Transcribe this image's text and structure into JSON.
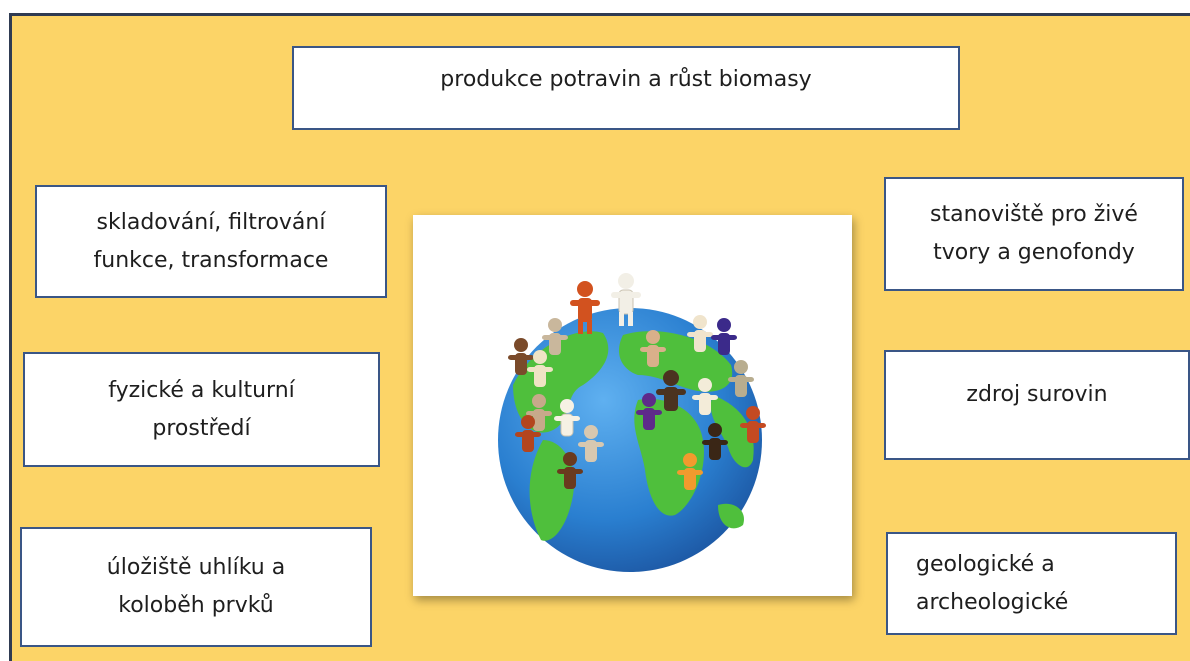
{
  "boxes": {
    "top": {
      "lines": [
        "produkce potravin a růst biomasy"
      ]
    },
    "left1": {
      "lines": [
        "skladování, filtrování",
        "funkce, transformace"
      ]
    },
    "left2": {
      "lines": [
        "fyzické a kulturní",
        "prostředí"
      ]
    },
    "left3": {
      "lines": [
        "úložiště uhlíku a",
        "koloběh prvků"
      ]
    },
    "right1": {
      "lines": [
        "stanoviště pro živé",
        "tvory a genofondy"
      ]
    },
    "right2": {
      "lines": [
        "zdroj surovin"
      ]
    },
    "right3": {
      "lines": [
        "geologické a",
        "archeologické"
      ]
    }
  },
  "colors": {
    "background": "#fcd467",
    "border": "#3a5686",
    "ocean": "#2a7fd0",
    "land": "#4fbf3c"
  },
  "image": {
    "icon": "globe-with-people-icon"
  }
}
